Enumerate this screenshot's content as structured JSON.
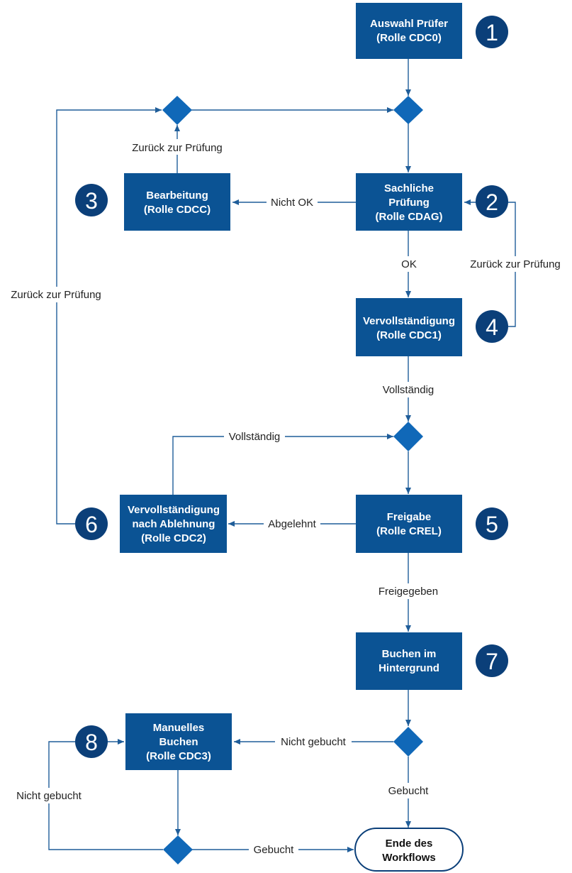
{
  "colors": {
    "box": "#0b5394",
    "badge": "#0b3f79",
    "line": "#1f5d99",
    "diamond": "#1068b8"
  },
  "boxes": {
    "b1": [
      "Auswahl Prüfer",
      "(Rolle CDC0)"
    ],
    "b2": [
      "Sachliche",
      "Prüfung",
      "(Rolle CDAG)"
    ],
    "b3": [
      "Bearbeitung",
      "(Rolle CDCC)"
    ],
    "b4": [
      "Vervollständigung",
      "(Rolle CDC1)"
    ],
    "b5": [
      "Freigabe",
      "(Rolle CREL)"
    ],
    "b6": [
      "Vervollständigung",
      "nach Ablehnung",
      "(Rolle CDC2)"
    ],
    "b7": [
      "Buchen im",
      "Hintergrund"
    ],
    "b8": [
      "Manuelles",
      "Buchen",
      "(Rolle CDC3)"
    ],
    "end": [
      "Ende des",
      "Workflows"
    ]
  },
  "badges": {
    "n1": "1",
    "n2": "2",
    "n3": "3",
    "n4": "4",
    "n5": "5",
    "n6": "6",
    "n7": "7",
    "n8": "8"
  },
  "labels": {
    "back_to_review_top": "Zurück zur Prüfung",
    "not_ok": "Nicht OK",
    "ok": "OK",
    "back_to_review_right": "Zurück zur Prüfung",
    "back_to_review_left": "Zurück zur Prüfung",
    "complete_down": "Vollständig",
    "complete_loop": "Vollständig",
    "rejected": "Abgelehnt",
    "released": "Freigegeben",
    "not_booked_right": "Nicht gebucht",
    "booked_down": "Gebucht",
    "not_booked_left": "Nicht gebucht",
    "booked_bottom": "Gebucht"
  }
}
